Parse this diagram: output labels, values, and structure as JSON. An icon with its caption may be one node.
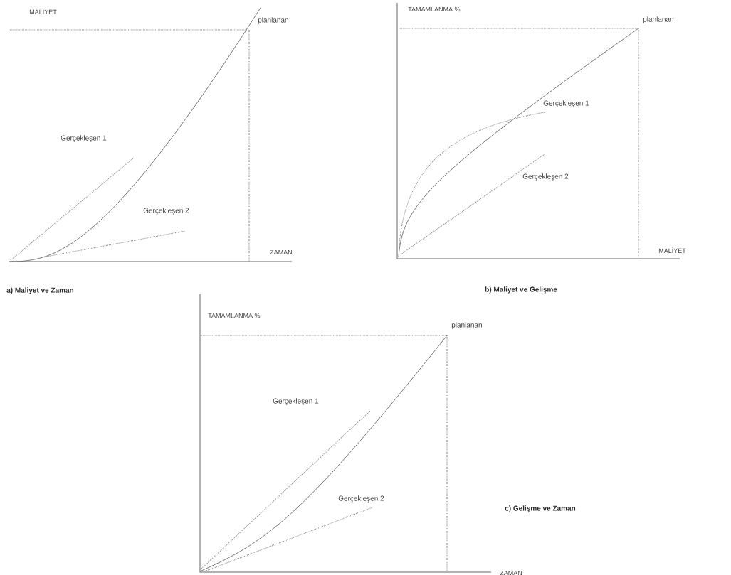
{
  "diagram": {
    "labels": [
      "MALİYET",
      "TAMAMLANMA %",
      "planlanan",
      "planlanan",
      "Gerçekleşen 1",
      "Gerçekleşen 1",
      "Gerçekleşen 2",
      "Gerçekleşen 2",
      "ZAMAN",
      "MALİYET",
      "a) Maliyet ve Zaman",
      "b) Maliyet ve Gelişme",
      "TAMAMLANMA %",
      "planlanan",
      "Gerçekleşen 1",
      "Gerçekleşen 2",
      "c) Gelişme ve Zaman",
      "ZAMAN"
    ]
  }
}
